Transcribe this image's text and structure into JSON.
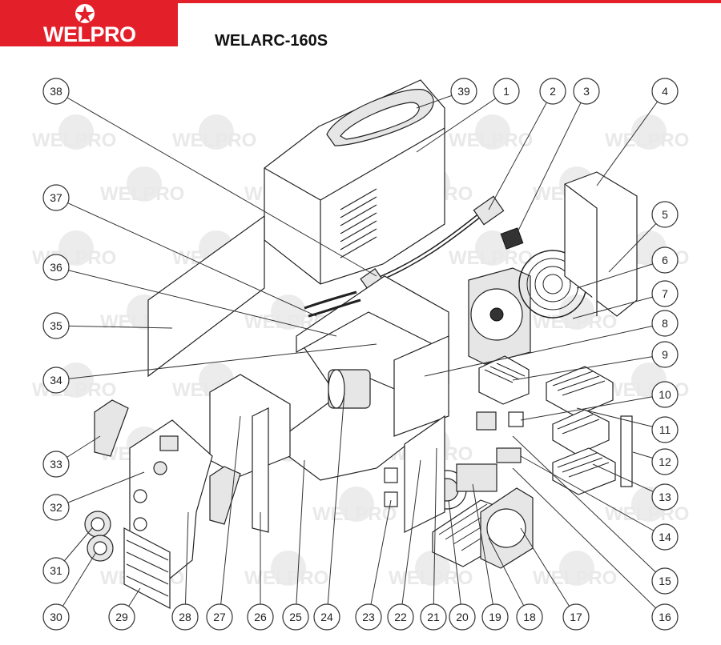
{
  "brand": {
    "logo_text": "WELPRO",
    "accent": "#e3202a"
  },
  "model": "WELARC-160S",
  "watermark_text": "WELPRO",
  "callouts": [
    "1",
    "2",
    "3",
    "4",
    "5",
    "6",
    "7",
    "8",
    "9",
    "10",
    "11",
    "12",
    "13",
    "14",
    "15",
    "16",
    "17",
    "18",
    "19",
    "20",
    "21",
    "22",
    "23",
    "24",
    "25",
    "26",
    "27",
    "28",
    "29",
    "30",
    "31",
    "32",
    "33",
    "34",
    "35",
    "36",
    "37",
    "38",
    "39"
  ]
}
